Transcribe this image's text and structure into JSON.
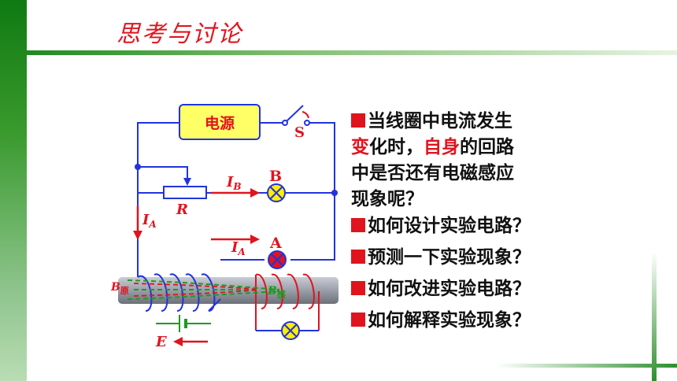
{
  "title": "思考与讨论",
  "diagram": {
    "power_label": "电源",
    "switch_label": "S",
    "resistor_label": "R",
    "lamp_b_label": "B",
    "lamp_a_label": "A",
    "current_b": "I",
    "current_b_sub": "B",
    "current_a_left": "I",
    "current_a_left_sub": "A",
    "current_a": "I",
    "current_a_sub": "A",
    "b_orig": "B",
    "b_orig_sub": "原",
    "b_induced": "B",
    "b_induced_sub": "感",
    "emf_label": "E"
  },
  "text": {
    "para_1": "当线圈中电流发生",
    "para_2_red_a": "变",
    "para_2_mid": "化时，",
    "para_2_red_b": "自身",
    "para_2_end": "的回路",
    "para_3": "中是否还有电磁感应",
    "para_4": "现象呢？",
    "q1": "如何设计实验电路？",
    "q2": "预测一下实验现象？",
    "q3": "如何改进实验电路？",
    "q4": "如何解释实验现象？"
  },
  "colors": {
    "accent_red": "#e0141e",
    "green": "#1f8a1f",
    "wire_blue": "#2233dd"
  }
}
